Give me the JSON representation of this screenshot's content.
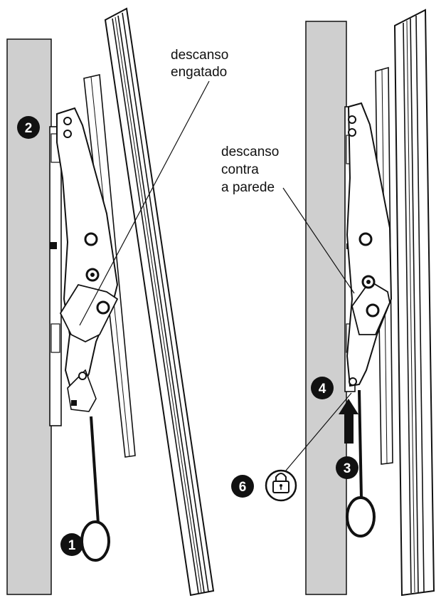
{
  "labels": {
    "engaged_line1": "descanso",
    "engaged_line2": "engatado",
    "wall_line1": "descanso",
    "wall_line2": "contra",
    "wall_line3": "a parede"
  },
  "steps": {
    "s1": "1",
    "s2": "2",
    "s3": "3",
    "s4": "4",
    "s6": "6"
  },
  "icons": {
    "lock": "padlock-icon",
    "arrow": "up-arrow-icon",
    "pull_ring": "pull-ring-icon"
  },
  "colors": {
    "wall": "#cfcfcf",
    "ink": "#111111",
    "arrow": "#111111"
  }
}
